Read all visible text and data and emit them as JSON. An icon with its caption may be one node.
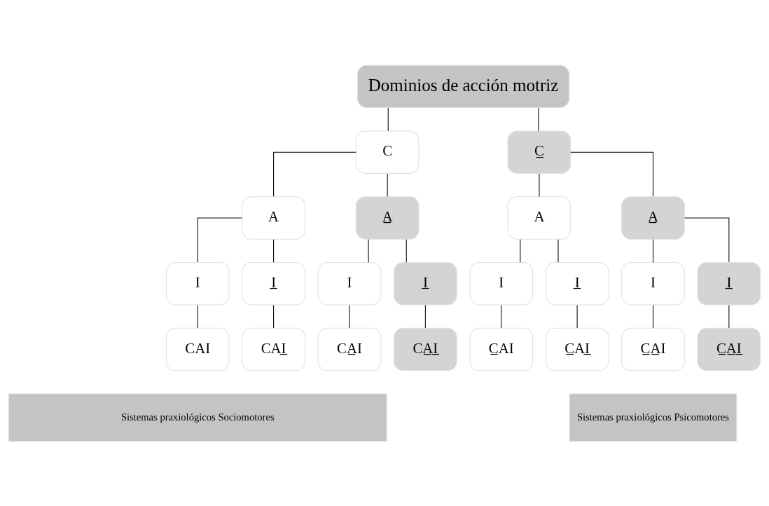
{
  "diagram": {
    "nodes": [
      {
        "text": [
          "Dominios de acción motriz"
        ]
      },
      {
        "text": [
          "C"
        ]
      },
      {
        "text": [
          "C̲"
        ]
      },
      {
        "text": [
          "A"
        ]
      },
      {
        "text": [
          "A̲"
        ]
      },
      {
        "text": [
          "A"
        ]
      },
      {
        "text": [
          "A̲"
        ]
      },
      {
        "text": [
          "I"
        ]
      },
      {
        "text": [
          "I̲"
        ]
      },
      {
        "text": [
          "I"
        ]
      },
      {
        "text": [
          "I̲"
        ]
      },
      {
        "text": [
          "I"
        ]
      },
      {
        "text": [
          "I̲"
        ]
      },
      {
        "text": [
          "I"
        ]
      },
      {
        "text": [
          "I̲"
        ]
      },
      {
        "text": [
          "CAI"
        ]
      },
      {
        "text": [
          "CAI̲"
        ]
      },
      {
        "text": [
          "CA̲I"
        ]
      },
      {
        "text": [
          "CA̲I̲"
        ]
      },
      {
        "text": [
          "C̲AI"
        ]
      },
      {
        "text": [
          "C̲AI̲"
        ]
      },
      {
        "text": [
          "C̲A̲I"
        ]
      },
      {
        "text": [
          "C̲A̲I̲"
        ]
      },
      {
        "text": [
          "Sistemas praxiológicos Sociomotores"
        ]
      },
      {
        "text": [
          "Sistemas praxiológicos Psicomotores"
        ]
      }
    ],
    "edges": [
      {
        "from": 0,
        "to": 1,
        "arrow": "none"
      },
      {
        "from": 0,
        "to": 2,
        "arrow": "none"
      },
      {
        "from": 1,
        "to": 3,
        "arrow": "none"
      },
      {
        "from": 1,
        "to": 4,
        "arrow": "none"
      },
      {
        "from": 2,
        "to": 5,
        "arrow": "none"
      },
      {
        "from": 2,
        "to": 6,
        "arrow": "none"
      },
      {
        "from": 3,
        "to": 7,
        "arrow": "none"
      },
      {
        "from": 3,
        "to": 8,
        "arrow": "none"
      },
      {
        "from": 4,
        "to": 9,
        "arrow": "none"
      },
      {
        "from": 4,
        "to": 10,
        "arrow": "none"
      },
      {
        "from": 5,
        "to": 11,
        "arrow": "none"
      },
      {
        "from": 5,
        "to": 12,
        "arrow": "none"
      },
      {
        "from": 6,
        "to": 13,
        "arrow": "none"
      },
      {
        "from": 6,
        "to": 14,
        "arrow": "none"
      },
      {
        "from": 7,
        "to": 15,
        "arrow": "none"
      },
      {
        "from": 8,
        "to": 16,
        "arrow": "none"
      },
      {
        "from": 9,
        "to": 17,
        "arrow": "none"
      },
      {
        "from": 10,
        "to": 18,
        "arrow": "none"
      },
      {
        "from": 11,
        "to": 19,
        "arrow": "none"
      },
      {
        "from": 12,
        "to": 20,
        "arrow": "none"
      },
      {
        "from": 13,
        "to": 21,
        "arrow": "none"
      },
      {
        "from": 14,
        "to": 22,
        "arrow": "none"
      }
    ]
  }
}
